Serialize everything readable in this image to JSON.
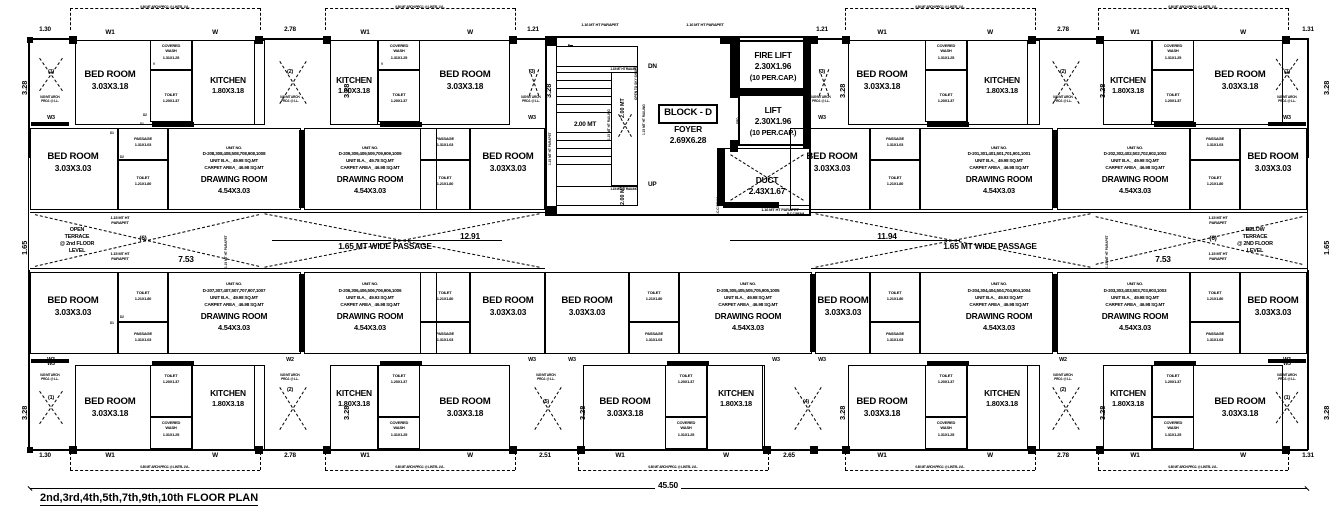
{
  "drawing": {
    "title": "2nd,3rd,4th,5th,7th,9th,10th FLOOR PLAN",
    "overall_width": "45.50",
    "block_label": "BLOCK - D",
    "foyer_label": "FOYER",
    "foyer_dim": "2.69X6.28"
  },
  "core": {
    "fire_lift": {
      "name": "FIRE LIFT",
      "dim": "2.30X1.96",
      "cap": "(10 PER.CAP.)"
    },
    "lift": {
      "name": "LIFT",
      "dim": "2.30X1.96",
      "cap": "(10 PER.CAP.)"
    },
    "duct": {
      "name": "DUCT",
      "dim": "2.43X1.67"
    },
    "stair_dn": "DN",
    "stair_up": "UP",
    "stair_width": "2.00 MT",
    "stair_width2": "2.00 MT",
    "stair_width3": "2.00 MT",
    "landing": "2.00 MT",
    "railing": "1.15 MT HT RAILING",
    "parapet_core_top": "1.16 MT HT PARAPET",
    "parapet_core_bot": "1.16 MT HT PARAPET",
    "fire_label": "FRD"
  },
  "passages": {
    "left": {
      "label": "1.65 MT WIDE PASSAGE",
      "dim": "12.91"
    },
    "right": {
      "label": "1.65 MT WIDE PASSAGE",
      "dim": "11.94"
    }
  },
  "terraces": {
    "left": {
      "lines": [
        "OPEN",
        "TERRACE",
        "@ 2nd FLOOR",
        "LEVEL"
      ],
      "tag": "(6)",
      "dim": "7.53"
    },
    "right": {
      "lines": [
        "BELOW",
        "TERRACE",
        "@ 2ND FLOOR",
        "LEVEL"
      ],
      "tag": "(6)",
      "dim": "7.53"
    }
  },
  "labels": {
    "parapet_115": "1.15 MT HT PARAPET",
    "parapet_116": "1.16 MT HT PARAPET",
    "arch_proj": "0.80 MT ARCH.PROJ. @ LINTEL LVL.",
    "arch_proj_small": "0.80 MT ARCH. PROJ. @ L.L.",
    "rcc_beam": "R.C.C BEAM",
    "bed_room": "BED ROOM",
    "kitchen": "KITCHEN",
    "toilet": "TOILET",
    "covered_wash": "COVERED WASH",
    "passage": "PASSAGE",
    "drawing_room": "DRAWING ROOM",
    "unit_no": "UNIT NO.",
    "w1": "W1",
    "w": "W",
    "w3": "W3",
    "w2": "W2",
    "v": "V",
    "d1": "D1",
    "d2": "D2",
    "dn": "DN",
    "up": "UP"
  },
  "dims": {
    "bed_room_318": "3.03X3.18",
    "bed_room_303": "3.03X3.03",
    "kitchen": "1.80X3.18",
    "toilet_120": "1.20X1.37",
    "toilet_121": "1.21X1.80",
    "covered_wash": "1.31X1.25",
    "passage": "1.31X1.03",
    "drawing_room": "4.54X3.03",
    "d328": "3.28",
    "d165": "1.65",
    "d130": "1.30",
    "d278": "2.78",
    "d121": "1.21",
    "d251": "2.51",
    "d265": "2.65",
    "d131": "1.31"
  },
  "units": [
    {
      "id": "u1008",
      "unit_no": "UNIT NO.",
      "numbers": "D-208,308,408,508,708,908,1008",
      "ba": "UNIT B.A._ 49.98 SQ.MT",
      "carpet": "CARPET AREA_ 46.98 SQ.MT",
      "room": "DRAWING ROOM",
      "dim": "4.54X3.03"
    },
    {
      "id": "u1009",
      "unit_no": "UNIT NO.",
      "numbers": "D-209,309,409,509,709,909,1009",
      "ba": "UNIT B.A._ 49.78 SQ.MT",
      "carpet": "CARPET AREA_ 46.98 SQ.MT",
      "room": "DRAWING ROOM",
      "dim": "4.54X3.03"
    },
    {
      "id": "u1001",
      "unit_no": "UNIT NO.",
      "numbers": "D-201,301,401,501,701,901,1001",
      "ba": "UNIT B.A._ 49.98 SQ.MT",
      "carpet": "CARPET AREA_ 46.98 SQ.MT",
      "room": "DRAWING ROOM",
      "dim": "4.54X3.03"
    },
    {
      "id": "u1002",
      "unit_no": "UNIT NO.",
      "numbers": "D-202,302,402,502,702,902,1002",
      "ba": "UNIT B.A._ 49.98 SQ.MT",
      "carpet": "CARPET AREA_ 46.98 SQ.MT",
      "room": "DRAWING ROOM",
      "dim": "4.54X3.03"
    },
    {
      "id": "u1007",
      "unit_no": "UNIT NO.",
      "numbers": "D-207,307,407,507,707,907,1007",
      "ba": "UNIT B.A._ 49.98 SQ.MT",
      "carpet": "CARPET AREA_ 46.98 SQ.MT",
      "room": "DRAWING ROOM",
      "dim": "4.54X3.03"
    },
    {
      "id": "u1006",
      "unit_no": "UNIT NO.",
      "numbers": "D-206,306,406,506,706,906,1006",
      "ba": "UNIT B.A._ 49.93 SQ.MT",
      "carpet": "CARPET AREA_ 46.98 SQ.MT",
      "room": "DRAWING ROOM",
      "dim": "4.54X3.03"
    },
    {
      "id": "u1005",
      "unit_no": "UNIT NO.",
      "numbers": "D-205,305,405,505,705,905,1005",
      "ba": "UNIT B.A._ 49.98 SQ.MT",
      "carpet": "CARPET AREA_ 46.98 SQ.MT",
      "room": "DRAWING ROOM",
      "dim": "4.54X3.03"
    },
    {
      "id": "u1004",
      "unit_no": "UNIT NO.",
      "numbers": "D-204,304,404,504,704,904,1004",
      "ba": "UNIT B.A._ 49.93 SQ.MT",
      "carpet": "CARPET AREA_ 46.98 SQ.MT",
      "room": "DRAWING ROOM",
      "dim": "4.54X3.03"
    },
    {
      "id": "u1003",
      "unit_no": "UNIT NO.",
      "numbers": "D-203,303,403,503,703,903,1003",
      "ba": "UNIT B.A._ 49.98 SQ.MT",
      "carpet": "CARPET AREA_ 46.98 SQ.MT",
      "room": "DRAWING ROOM",
      "dim": "4.54X3.03"
    }
  ],
  "circle_tags": [
    "(1)",
    "(2)",
    "(3)",
    "(4)",
    "(5)",
    "(6)"
  ],
  "top_dims": [
    "1.30",
    "2.78",
    "1.21",
    "1.21",
    "2.78",
    "1.31"
  ],
  "bottom_dims": [
    "1.30",
    "2.78",
    "2.51",
    "2.65",
    "2.78",
    "1.31"
  ],
  "side_dims": [
    "3.28",
    "1.65",
    "3.28"
  ]
}
